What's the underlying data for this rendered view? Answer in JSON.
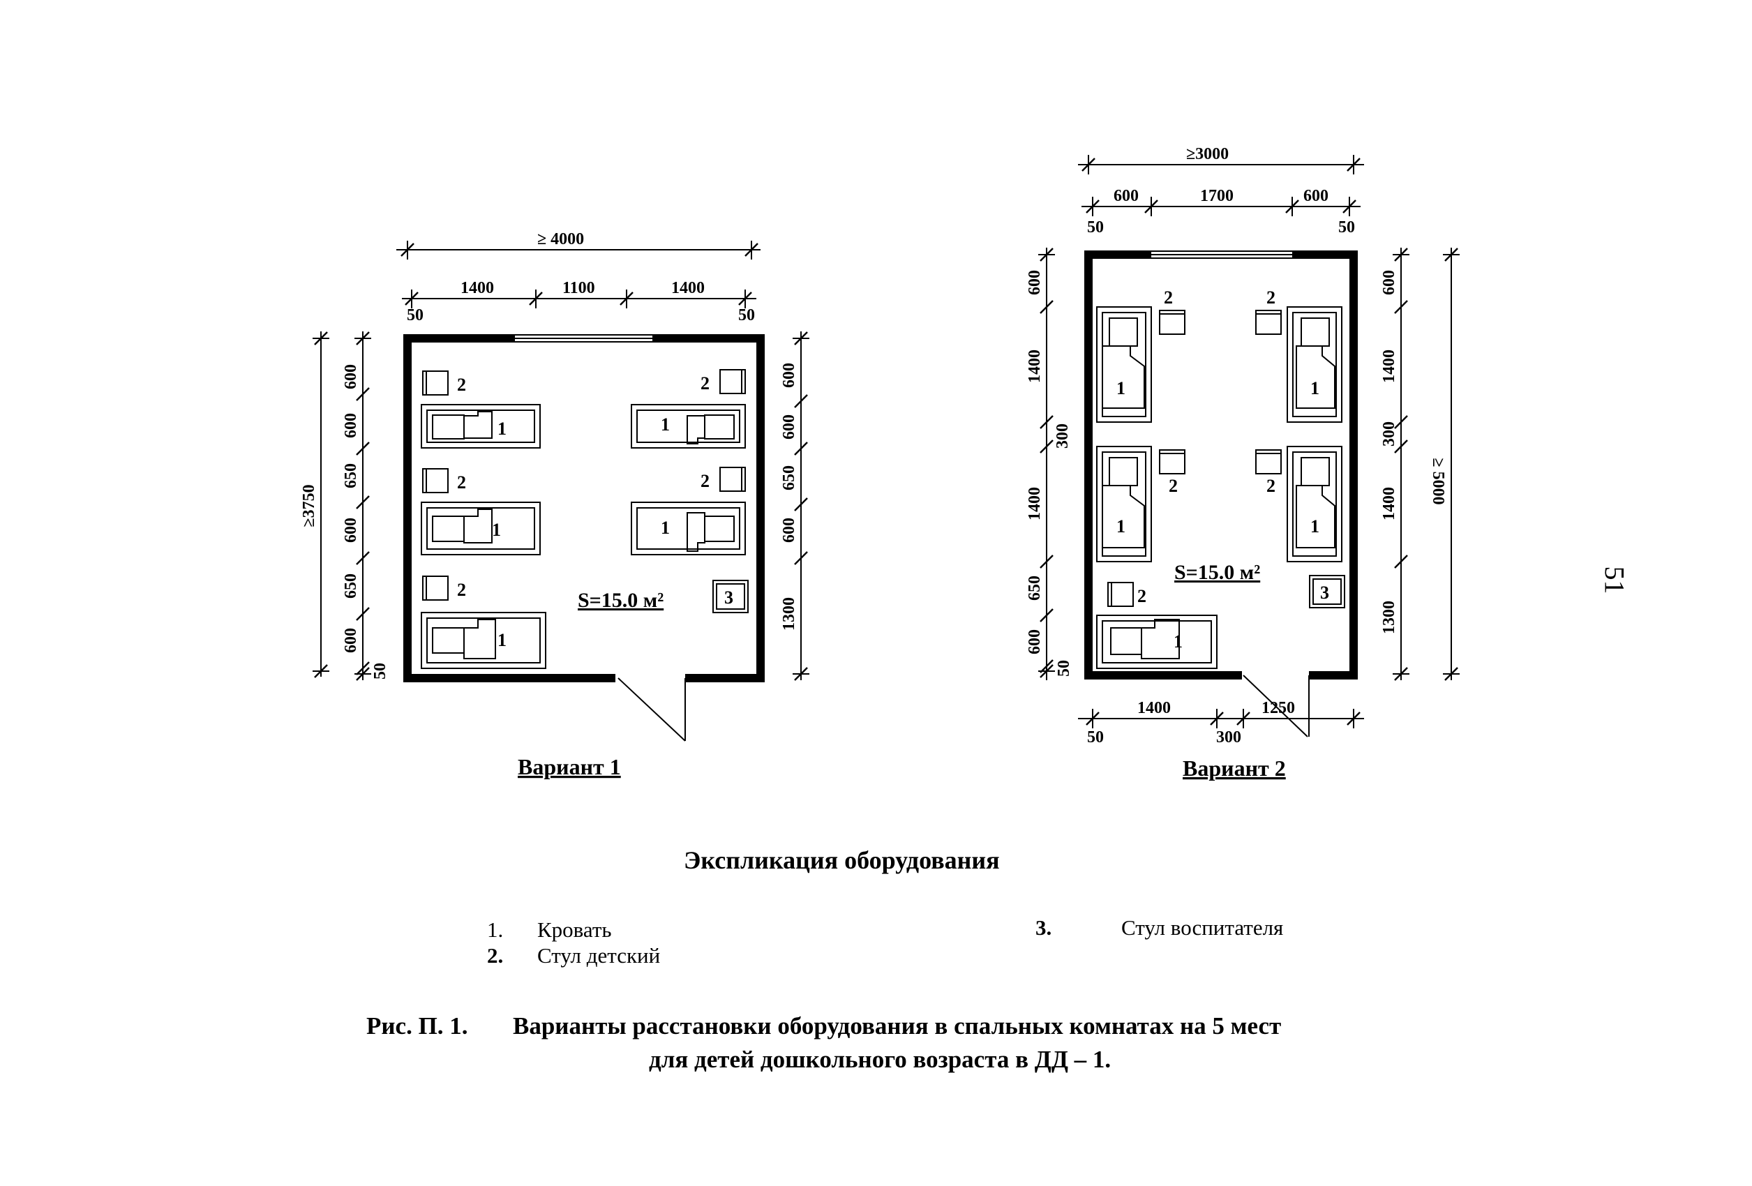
{
  "variant1": {
    "caption": "Вариант  1",
    "area": "S=15.0 м²",
    "top_total": "≥ 4000",
    "top_dims": [
      "1400",
      "1100",
      "1400"
    ],
    "top_small": [
      "50",
      "50"
    ],
    "left_total": "≥3750",
    "left_dims": [
      "600",
      "600",
      "650",
      "600",
      "650",
      "600",
      "50"
    ],
    "right_dims": [
      "600",
      "600",
      "650",
      "600",
      "1300"
    ],
    "labels": {
      "bed": "1",
      "chair": "2",
      "teacher_chair": "3"
    }
  },
  "variant2": {
    "caption": "Вариант  2",
    "area": "S=15.0 м²",
    "top_total": "≥3000",
    "top_dims": [
      "600",
      "1700",
      "600"
    ],
    "top_small": [
      "50",
      "50"
    ],
    "left_dims": [
      "600",
      "1400",
      "300",
      "1400",
      "650",
      "600",
      "50"
    ],
    "right_total": "≥ 5000",
    "right_dims": [
      "600",
      "1400",
      "300",
      "1400",
      "1300"
    ],
    "bottom_dims": [
      "1400",
      "1250"
    ],
    "bottom_small": [
      "50",
      "300"
    ],
    "labels": {
      "bed": "1",
      "chair": "2",
      "teacher_chair": "3"
    }
  },
  "explication": {
    "title": "Экспликация оборудования",
    "items": [
      {
        "num": "1.",
        "text": "Кровать"
      },
      {
        "num": "2.",
        "text": "Стул детский"
      },
      {
        "num": "3.",
        "text": "Стул воспитателя"
      }
    ]
  },
  "caption": {
    "prefix": "Рис. П. 1.",
    "line1": "Варианты расстановки оборудования в спальных комнатах на 5 мест",
    "line2": "для детей дошкольного возраста в ДД – 1."
  },
  "page_number": "51"
}
